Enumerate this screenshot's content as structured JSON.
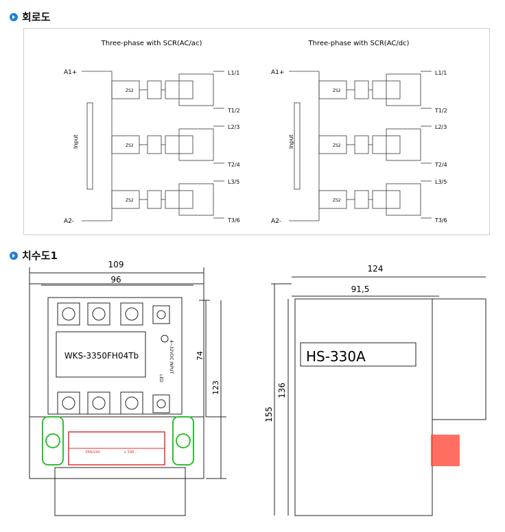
{
  "sections": {
    "circuit_title": "회로도",
    "dimension_title": "치수도1"
  },
  "circuit": {
    "left": {
      "title": "Three-phase with SCR(AC/ac)",
      "a1": "A1+",
      "a2": "A2-",
      "input": "Input",
      "terms": [
        "L1/1",
        "T1/2",
        "L2/3",
        "T2/4",
        "L3/5",
        "T3/6"
      ],
      "zs": "ZS2"
    },
    "right": {
      "title": "Three-phase with SCR(AC/dc)",
      "a1": "A1+",
      "a2": "A2-",
      "input": "Input",
      "terms": [
        "L1/1",
        "T1/2",
        "L2/3",
        "T2/4",
        "L3/5",
        "T3/6"
      ],
      "zs": "ZS2"
    }
  },
  "dimensions": {
    "front": {
      "width_outer": "109",
      "width_inner": "96",
      "height_mid": "74",
      "height_total": "123",
      "model": "WKS-3350FH04Tb",
      "led": "LED",
      "input_label": "4~32VDC INPUT",
      "fan_label": "FAN/24V",
      "ssr_label": "+ SSR -"
    },
    "side": {
      "depth_total": "124",
      "depth_inner": "91,5",
      "height_outer": "155",
      "height_inner": "136",
      "heatsink_model": "HS-330A"
    }
  },
  "colors": {
    "bullet": "#1e7fd6",
    "terminal_red": "#e03030",
    "terminal_green": "#2fbf2f",
    "side_red": "#ff4a3a"
  }
}
